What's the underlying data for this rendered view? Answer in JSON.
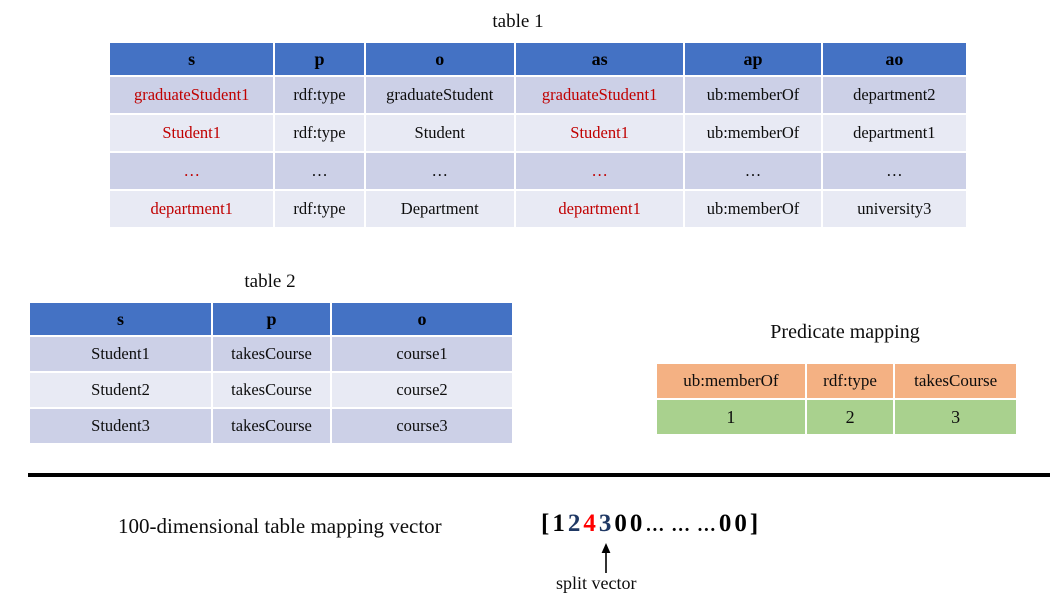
{
  "figure": {
    "table1": {
      "caption": "table 1",
      "columns": [
        "s",
        "p",
        "o",
        "as",
        "ap",
        "ao"
      ],
      "rows": [
        {
          "cells": [
            "graduateStudent1",
            "rdf:type",
            "graduateStudent",
            "graduateStudent1",
            "ub:memberOf",
            "department2"
          ],
          "red": [
            0,
            3
          ]
        },
        {
          "cells": [
            "Student1",
            "rdf:type",
            "Student",
            "Student1",
            "ub:memberOf",
            "department1"
          ],
          "red": [
            0,
            3
          ]
        },
        {
          "cells": [
            "…",
            "…",
            "…",
            "…",
            "…",
            "…"
          ],
          "red": [
            0,
            3
          ]
        },
        {
          "cells": [
            "department1",
            "rdf:type",
            "Department",
            "department1",
            "ub:memberOf",
            "university3"
          ],
          "red": [
            0,
            3
          ]
        }
      ]
    },
    "table2": {
      "caption": "table 2",
      "columns": [
        "s",
        "p",
        "o"
      ],
      "rows": [
        {
          "cells": [
            "Student1",
            "takesCourse",
            "course1"
          ]
        },
        {
          "cells": [
            "Student2",
            "takesCourse",
            "course2"
          ]
        },
        {
          "cells": [
            "Student3",
            "takesCourse",
            "course3"
          ]
        }
      ]
    },
    "predicate_mapping": {
      "caption": "Predicate mapping",
      "keys": [
        "ub:memberOf",
        "rdf:type",
        "takesCourse"
      ],
      "values": [
        "1",
        "2",
        "3"
      ]
    },
    "bottom": {
      "vector_label": "100-dimensional table mapping vector",
      "open_bracket": "[",
      "close_bracket": "]",
      "vector_tokens": [
        {
          "text": "1",
          "color": "black"
        },
        {
          "text": "2",
          "color": "blue"
        },
        {
          "text": "4",
          "color": "red"
        },
        {
          "text": "3",
          "color": "blue"
        },
        {
          "text": "0",
          "color": "black"
        },
        {
          "text": "0",
          "color": "black"
        },
        {
          "text": "… … …",
          "color": "black",
          "ellipsis": true
        },
        {
          "text": "0",
          "color": "black"
        },
        {
          "text": "0",
          "color": "black"
        }
      ],
      "split_label": "split vector",
      "arrow_icon": "up-arrow-icon"
    },
    "colors": {
      "header_blue": "#4472C4",
      "band_dark": "#CCD0E7",
      "band_light": "#E8EAF4",
      "highlight_red": "#C00000",
      "mapping_orange": "#F4B183",
      "mapping_green": "#A9D18E",
      "vector_blue": "#1F3864",
      "vector_red": "#FF0000"
    }
  }
}
